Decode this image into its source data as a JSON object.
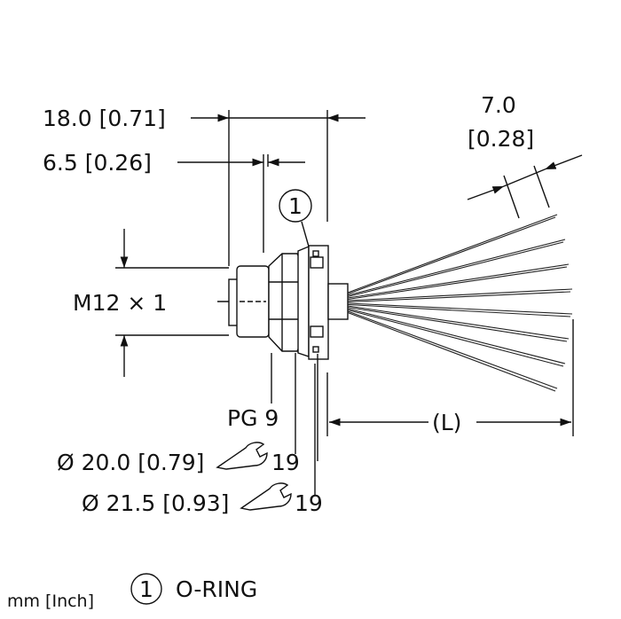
{
  "dimensions": {
    "overall_length": "18.0 [0.71]",
    "thread_length": "6.5 [0.26]",
    "wire_strip": "7.0",
    "wire_strip_inch": "[0.28]",
    "thread_size": "M12 × 1",
    "panel_thread": "PG 9",
    "nut_1_diameter": "Ø 20.0 [0.79]",
    "nut_1_wrench": "19",
    "nut_2_diameter": "Ø 21.5 [0.93]",
    "nut_2_wrench": "19",
    "lead_length": "(L)"
  },
  "callout": {
    "number": "1",
    "legend_text": "O-RING"
  },
  "units_note": "mm [Inch]",
  "icons": [
    "wrench-icon",
    "callout-circle",
    "arrow-icon"
  ]
}
